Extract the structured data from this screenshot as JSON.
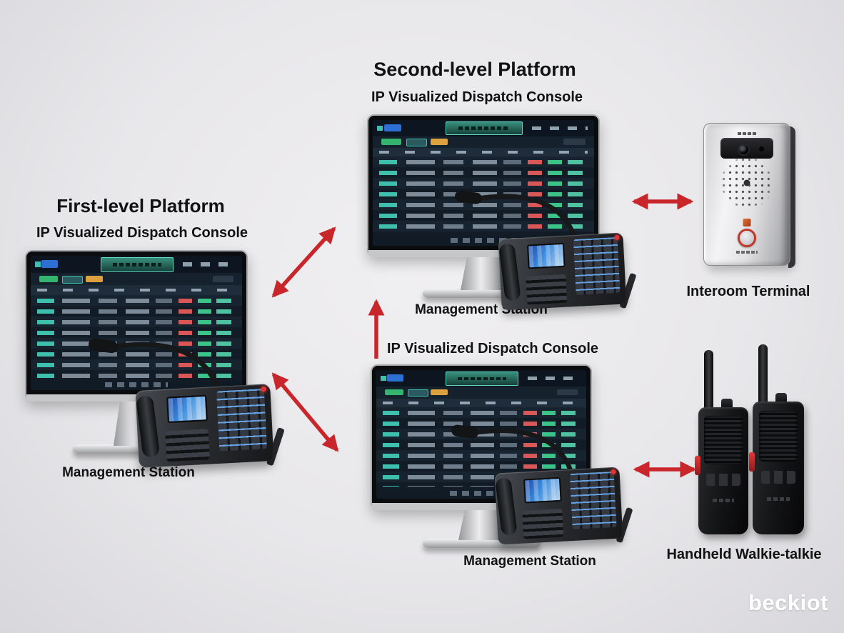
{
  "colors": {
    "arrow": "#c9262c",
    "label": "#121212",
    "logo": "#ffffff"
  },
  "first_platform": {
    "title": "First-level Platform",
    "subtitle": "IP Visualized Dispatch Console",
    "station": "Management Station"
  },
  "second_platform": {
    "title": "Second-level Platform",
    "subtitle": "IP Visualized Dispatch Console",
    "station": "Management Station"
  },
  "lower_console": {
    "subtitle": "IP Visualized Dispatch Console",
    "station": "Management Station"
  },
  "devices": {
    "interoom": "Interoom Terminal",
    "walkie": "Handheld Walkie-talkie"
  },
  "branding": {
    "logo": "beckiot"
  },
  "connections": [
    {
      "from": "first-level-management-station",
      "to": "second-level-management-station",
      "style": "double-arrow"
    },
    {
      "from": "first-level-management-station",
      "to": "lower-management-station",
      "style": "double-arrow"
    },
    {
      "from": "lower-console",
      "to": "second-level-management-station",
      "style": "arrow-up"
    },
    {
      "from": "second-level-management-station",
      "to": "interoom-terminal",
      "style": "double-arrow"
    },
    {
      "from": "lower-management-station",
      "to": "handheld-walkie-talkie",
      "style": "double-arrow"
    }
  ]
}
